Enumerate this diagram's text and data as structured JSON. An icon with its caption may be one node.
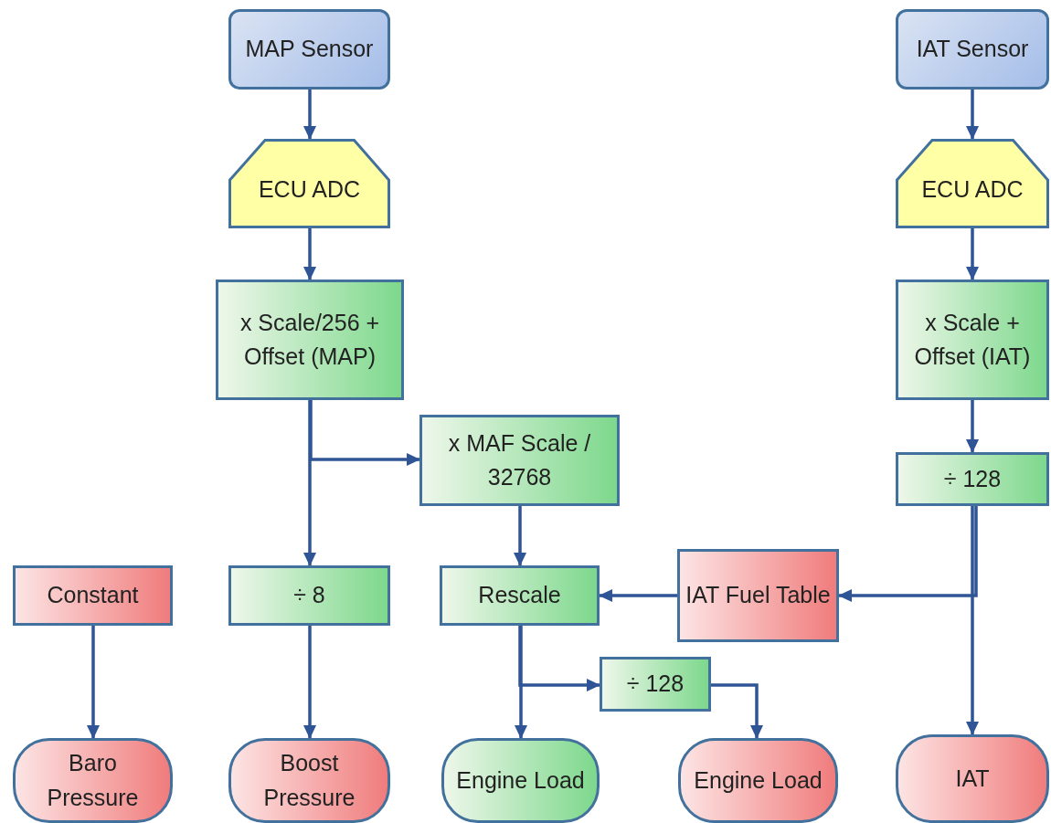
{
  "diagram": {
    "nodes": [
      {
        "text": [
          "MAP Sensor"
        ]
      },
      {
        "text": [
          "ECU ADC"
        ]
      },
      {
        "text": [
          "x Scale/256 + Offset (MAP)"
        ]
      },
      {
        "text": [
          "x MAF Scale / 32768"
        ]
      },
      {
        "text": [
          "Constant"
        ]
      },
      {
        "text": [
          "÷ 8"
        ]
      },
      {
        "text": [
          "Rescale"
        ]
      },
      {
        "text": [
          "IAT Fuel Table"
        ]
      },
      {
        "text": [
          "÷ 128"
        ]
      },
      {
        "text": [
          "Baro Pressure"
        ]
      },
      {
        "text": [
          "Boost Pressure"
        ]
      },
      {
        "text": [
          "Engine Load"
        ]
      },
      {
        "text": [
          "Engine Load"
        ]
      },
      {
        "text": [
          "IAT Sensor"
        ]
      },
      {
        "text": [
          "ECU ADC"
        ]
      },
      {
        "text": [
          "x Scale + Offset (IAT)"
        ]
      },
      {
        "text": [
          "÷ 128"
        ]
      },
      {
        "text": [
          "IAT"
        ]
      }
    ],
    "edges": [
      {
        "from": 0,
        "to": 1,
        "arrow": "to"
      },
      {
        "from": 1,
        "to": 2,
        "arrow": "to"
      },
      {
        "from": 2,
        "to": 5,
        "arrow": "to"
      },
      {
        "from": 2,
        "to": 3,
        "arrow": "to"
      },
      {
        "from": 3,
        "to": 6,
        "arrow": "to"
      },
      {
        "from": 6,
        "to": 11,
        "arrow": "to"
      },
      {
        "from": 6,
        "to": 8,
        "arrow": "to"
      },
      {
        "from": 8,
        "to": 12,
        "arrow": "to"
      },
      {
        "from": 4,
        "to": 9,
        "arrow": "to"
      },
      {
        "from": 5,
        "to": 10,
        "arrow": "to"
      },
      {
        "from": 13,
        "to": 14,
        "arrow": "to"
      },
      {
        "from": 14,
        "to": 15,
        "arrow": "to"
      },
      {
        "from": 15,
        "to": 16,
        "arrow": "to"
      },
      {
        "from": 16,
        "to": 17,
        "arrow": "to"
      },
      {
        "from": 16,
        "to": 7,
        "arrow": "to"
      },
      {
        "from": 7,
        "to": 6,
        "arrow": "to"
      }
    ]
  }
}
